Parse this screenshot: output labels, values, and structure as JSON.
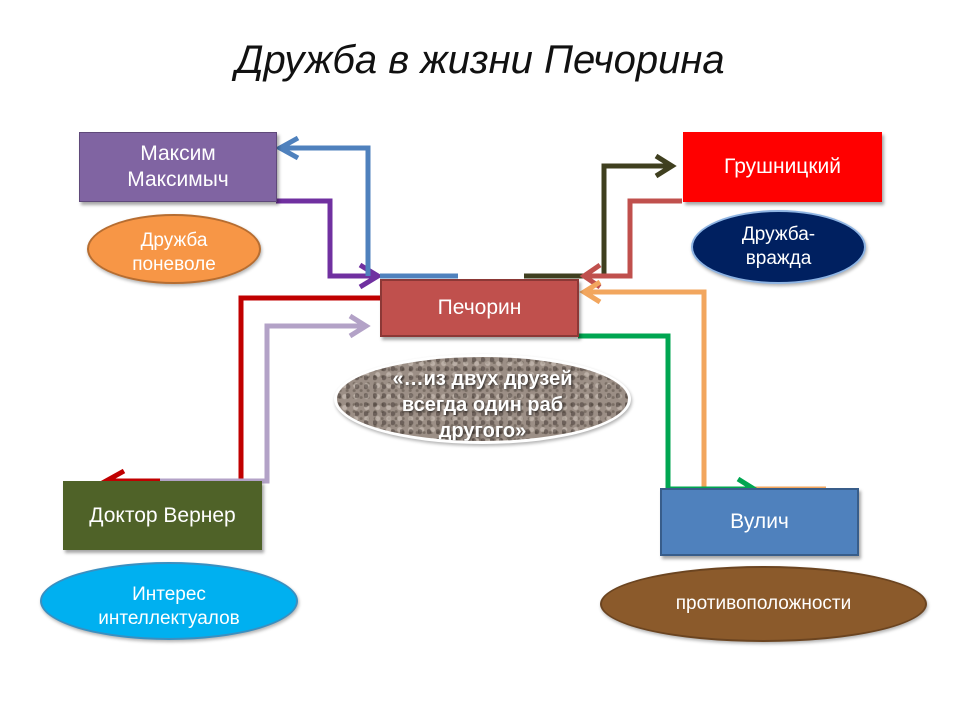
{
  "title": "Дружба в жизни Печорина",
  "nodes": {
    "maksim": {
      "label": "Максим Максимыч",
      "color": "#8064a2"
    },
    "grushnitsky": {
      "label": "Грушницкий",
      "color": "#ff0000"
    },
    "pechorin": {
      "label": "Печорин",
      "color": "#c0504d"
    },
    "werner": {
      "label": "Доктор Вернер",
      "color": "#4f6228"
    },
    "vulich": {
      "label": "Вулич",
      "color": "#4f81bd"
    }
  },
  "notes": {
    "maksim": {
      "text": "Дружба поневоле",
      "color": "#f79646"
    },
    "grushnitsky": {
      "text": "Дружба- вражда",
      "color": "#002060"
    },
    "pechorin": {
      "text": "«…из двух друзей всегда один раб другого»"
    },
    "werner": {
      "text": "Интерес интеллектуалов",
      "color": "#00b0f0"
    },
    "vulich": {
      "text": "противоположности",
      "color": "#8b5a2b"
    }
  }
}
